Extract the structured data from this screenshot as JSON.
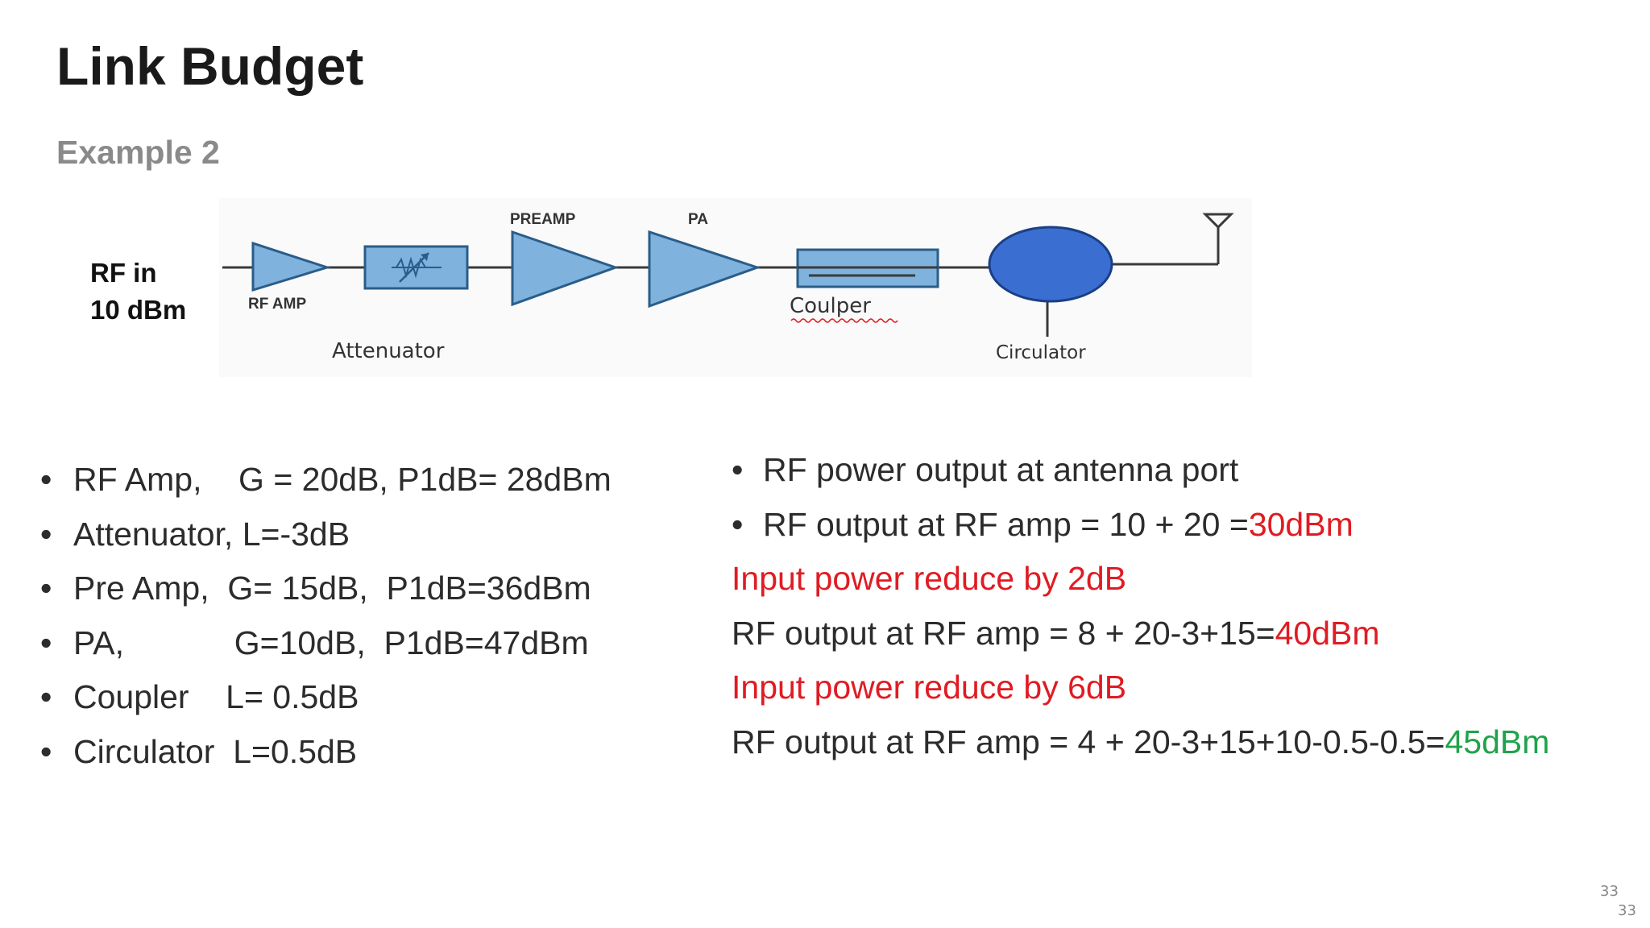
{
  "slide": {
    "title": "Link Budget",
    "subtitle": "Example 2",
    "page_numbers": [
      "33",
      "33"
    ]
  },
  "diagram": {
    "input_label_line1": "RF in",
    "input_label_line2": "10 dBm",
    "labels": {
      "rf_amp": "RF AMP",
      "attenuator": "Attenuator",
      "preamp": "PREAMP",
      "pa": "PA",
      "coupler": "Coulper",
      "circulator": "Circulator"
    },
    "colors": {
      "block_fill": "#7fb2dc",
      "block_stroke": "#2a5d8a",
      "circulator_fill": "#3a6fd1",
      "line": "#3a3a3a"
    }
  },
  "specs": [
    "RF Amp,    G = 20dB, P1dB= 28dBm",
    "Attenuator, L=-3dB",
    "Pre Amp,  G= 15dB,  P1dB=36dBm",
    "PA,            G=10dB,  P1dB=47dBm",
    "Coupler    L= 0.5dB",
    "Circulator  L=0.5dB"
  ],
  "results": {
    "bullet1": "RF power output at antenna port",
    "bullet2_prefix": "RF output at RF amp = 10 + 20 =",
    "bullet2_value": "30dBm",
    "note1": "Input power reduce by 2dB",
    "line2_prefix": "RF output at RF amp = 8 + 20-3+15=",
    "line2_value": "40dBm",
    "note2": "Input power reduce by 6dB",
    "line3_prefix": "RF output at RF amp = 4 + 20-3+15+10-0.5-0.5=",
    "line3_value": "45dBm"
  }
}
